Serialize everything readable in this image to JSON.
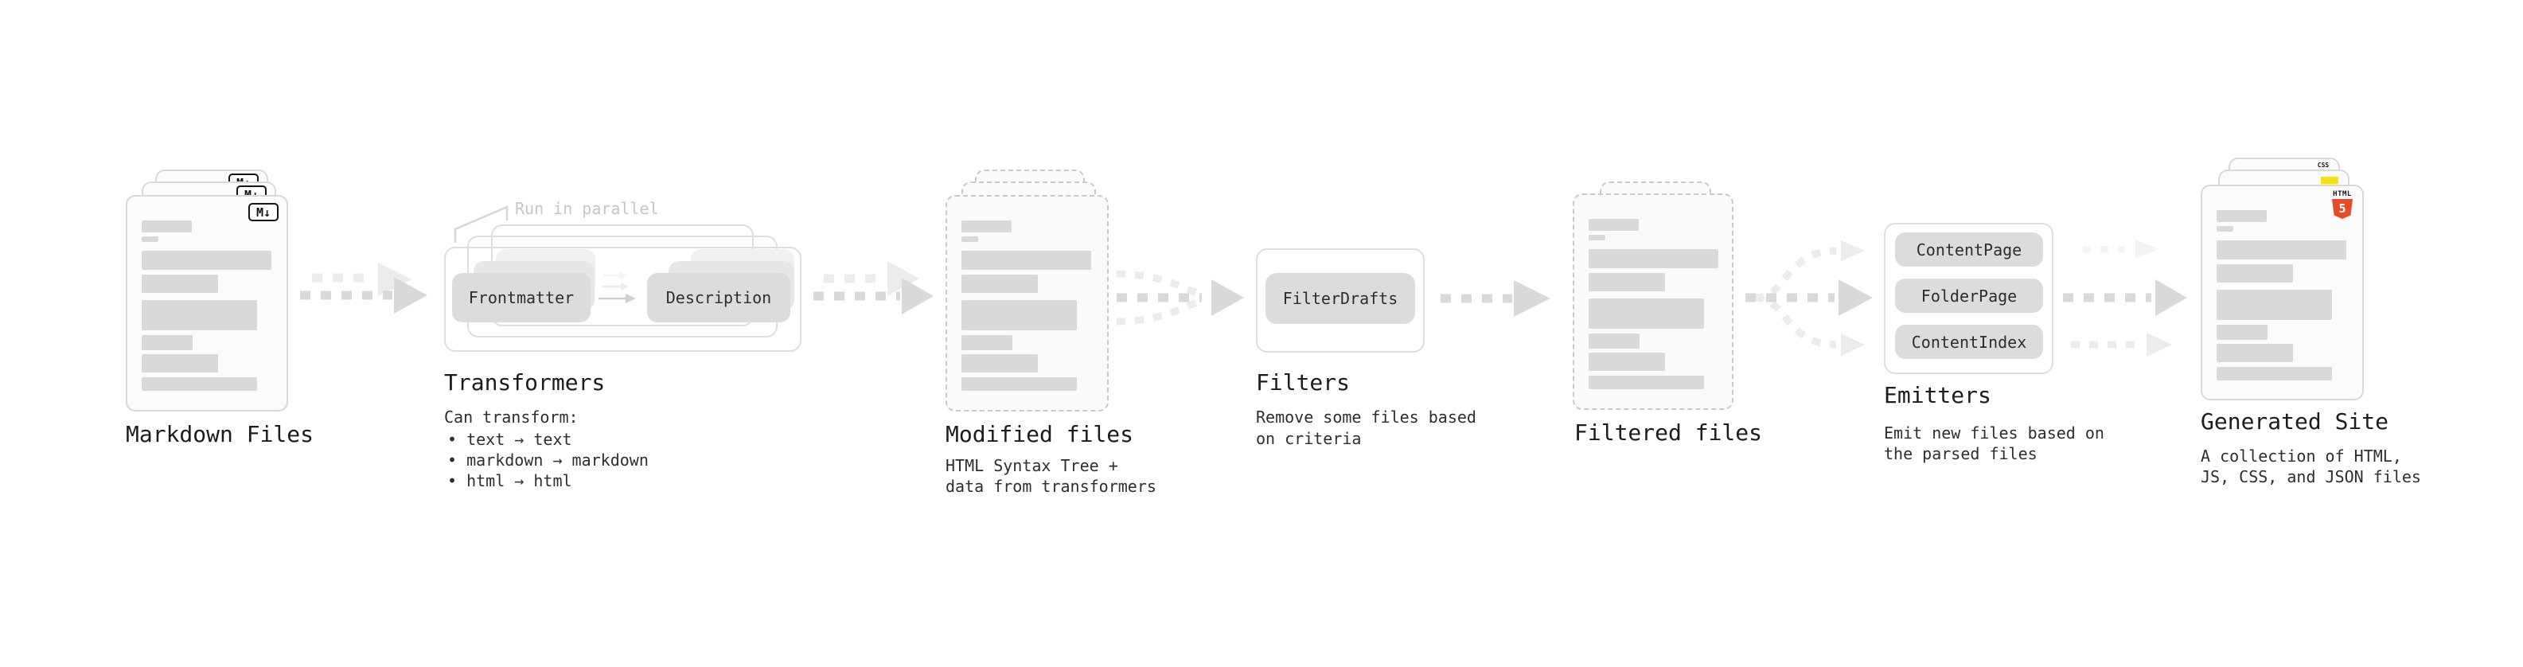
{
  "stages": {
    "markdown": {
      "title": "Markdown Files"
    },
    "transformers": {
      "title": "Transformers",
      "annotation": "Run in parallel",
      "pill_left": "Frontmatter",
      "pill_right": "Description",
      "desc_heading": "Can transform:",
      "bullets": [
        "• text → text",
        "• markdown → markdown",
        "• html → html"
      ]
    },
    "modified": {
      "title": "Modified files",
      "desc_line1": "HTML Syntax Tree +",
      "desc_line2": "data from transformers"
    },
    "filters": {
      "title": "Filters",
      "pill": "FilterDrafts",
      "desc_line1": "Remove some files based",
      "desc_line2": "on criteria"
    },
    "filtered": {
      "title": "Filtered files"
    },
    "emitters": {
      "title": "Emitters",
      "pills": [
        "ContentPage",
        "FolderPage",
        "ContentIndex"
      ],
      "desc_line1": "Emit new files based on",
      "desc_line2": "the parsed files"
    },
    "generated": {
      "title": "Generated Site",
      "desc_line1": "A collection of HTML,",
      "desc_line2": "JS, CSS, and JSON files"
    }
  },
  "badges": {
    "markdown": "M↓",
    "html5_wordmark": "HTML",
    "html5_numeral": "5",
    "css_wordmark": "CSS"
  },
  "colors": {
    "background": "#ffffff",
    "card_border": "#d9d9d9",
    "dashed_border": "#c9c9c9",
    "box_border": "#dedede",
    "card_fill": "#fbfbfb",
    "placeholder_bar": "#d9d9d9",
    "pill_fill": "#dcdcdc",
    "arrow_dark": "#d9d9d9",
    "arrow_light": "#ececec",
    "arrow_faint": "#f4f4f4",
    "annotation_text": "#c6c6c6",
    "title_text": "#1c1c1c",
    "body_text": "#2e2e2e",
    "html5_orange": "#e44d26",
    "js_yellow": "#f7df1e",
    "css_blue": "#2965f1",
    "badge_ink": "#141414"
  }
}
